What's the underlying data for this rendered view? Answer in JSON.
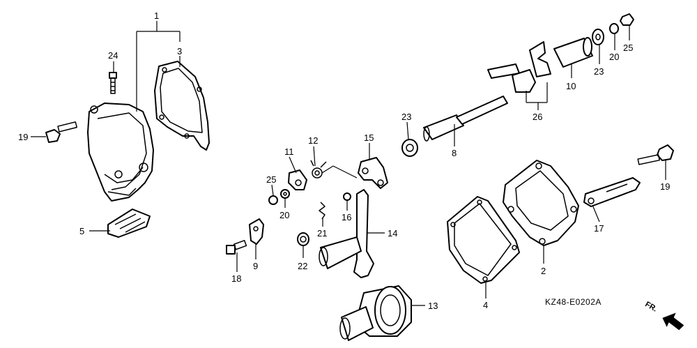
{
  "diagram_code": "KZ48-E0202A",
  "direction_label": "FR.",
  "callouts": {
    "n1": "1",
    "n2": "2",
    "n3": "3",
    "n4": "4",
    "n5": "5",
    "n8": "8",
    "n9": "9",
    "n10": "10",
    "n11": "11",
    "n12": "12",
    "n13": "13",
    "n14": "14",
    "n15": "15",
    "n16": "16",
    "n17": "17",
    "n18": "18",
    "n19a": "19",
    "n19b": "19",
    "n20a": "20",
    "n20b": "20",
    "n21": "21",
    "n22": "22",
    "n23a": "23",
    "n23b": "23",
    "n24": "24",
    "n25a": "25",
    "n25b": "25",
    "n26": "26"
  }
}
